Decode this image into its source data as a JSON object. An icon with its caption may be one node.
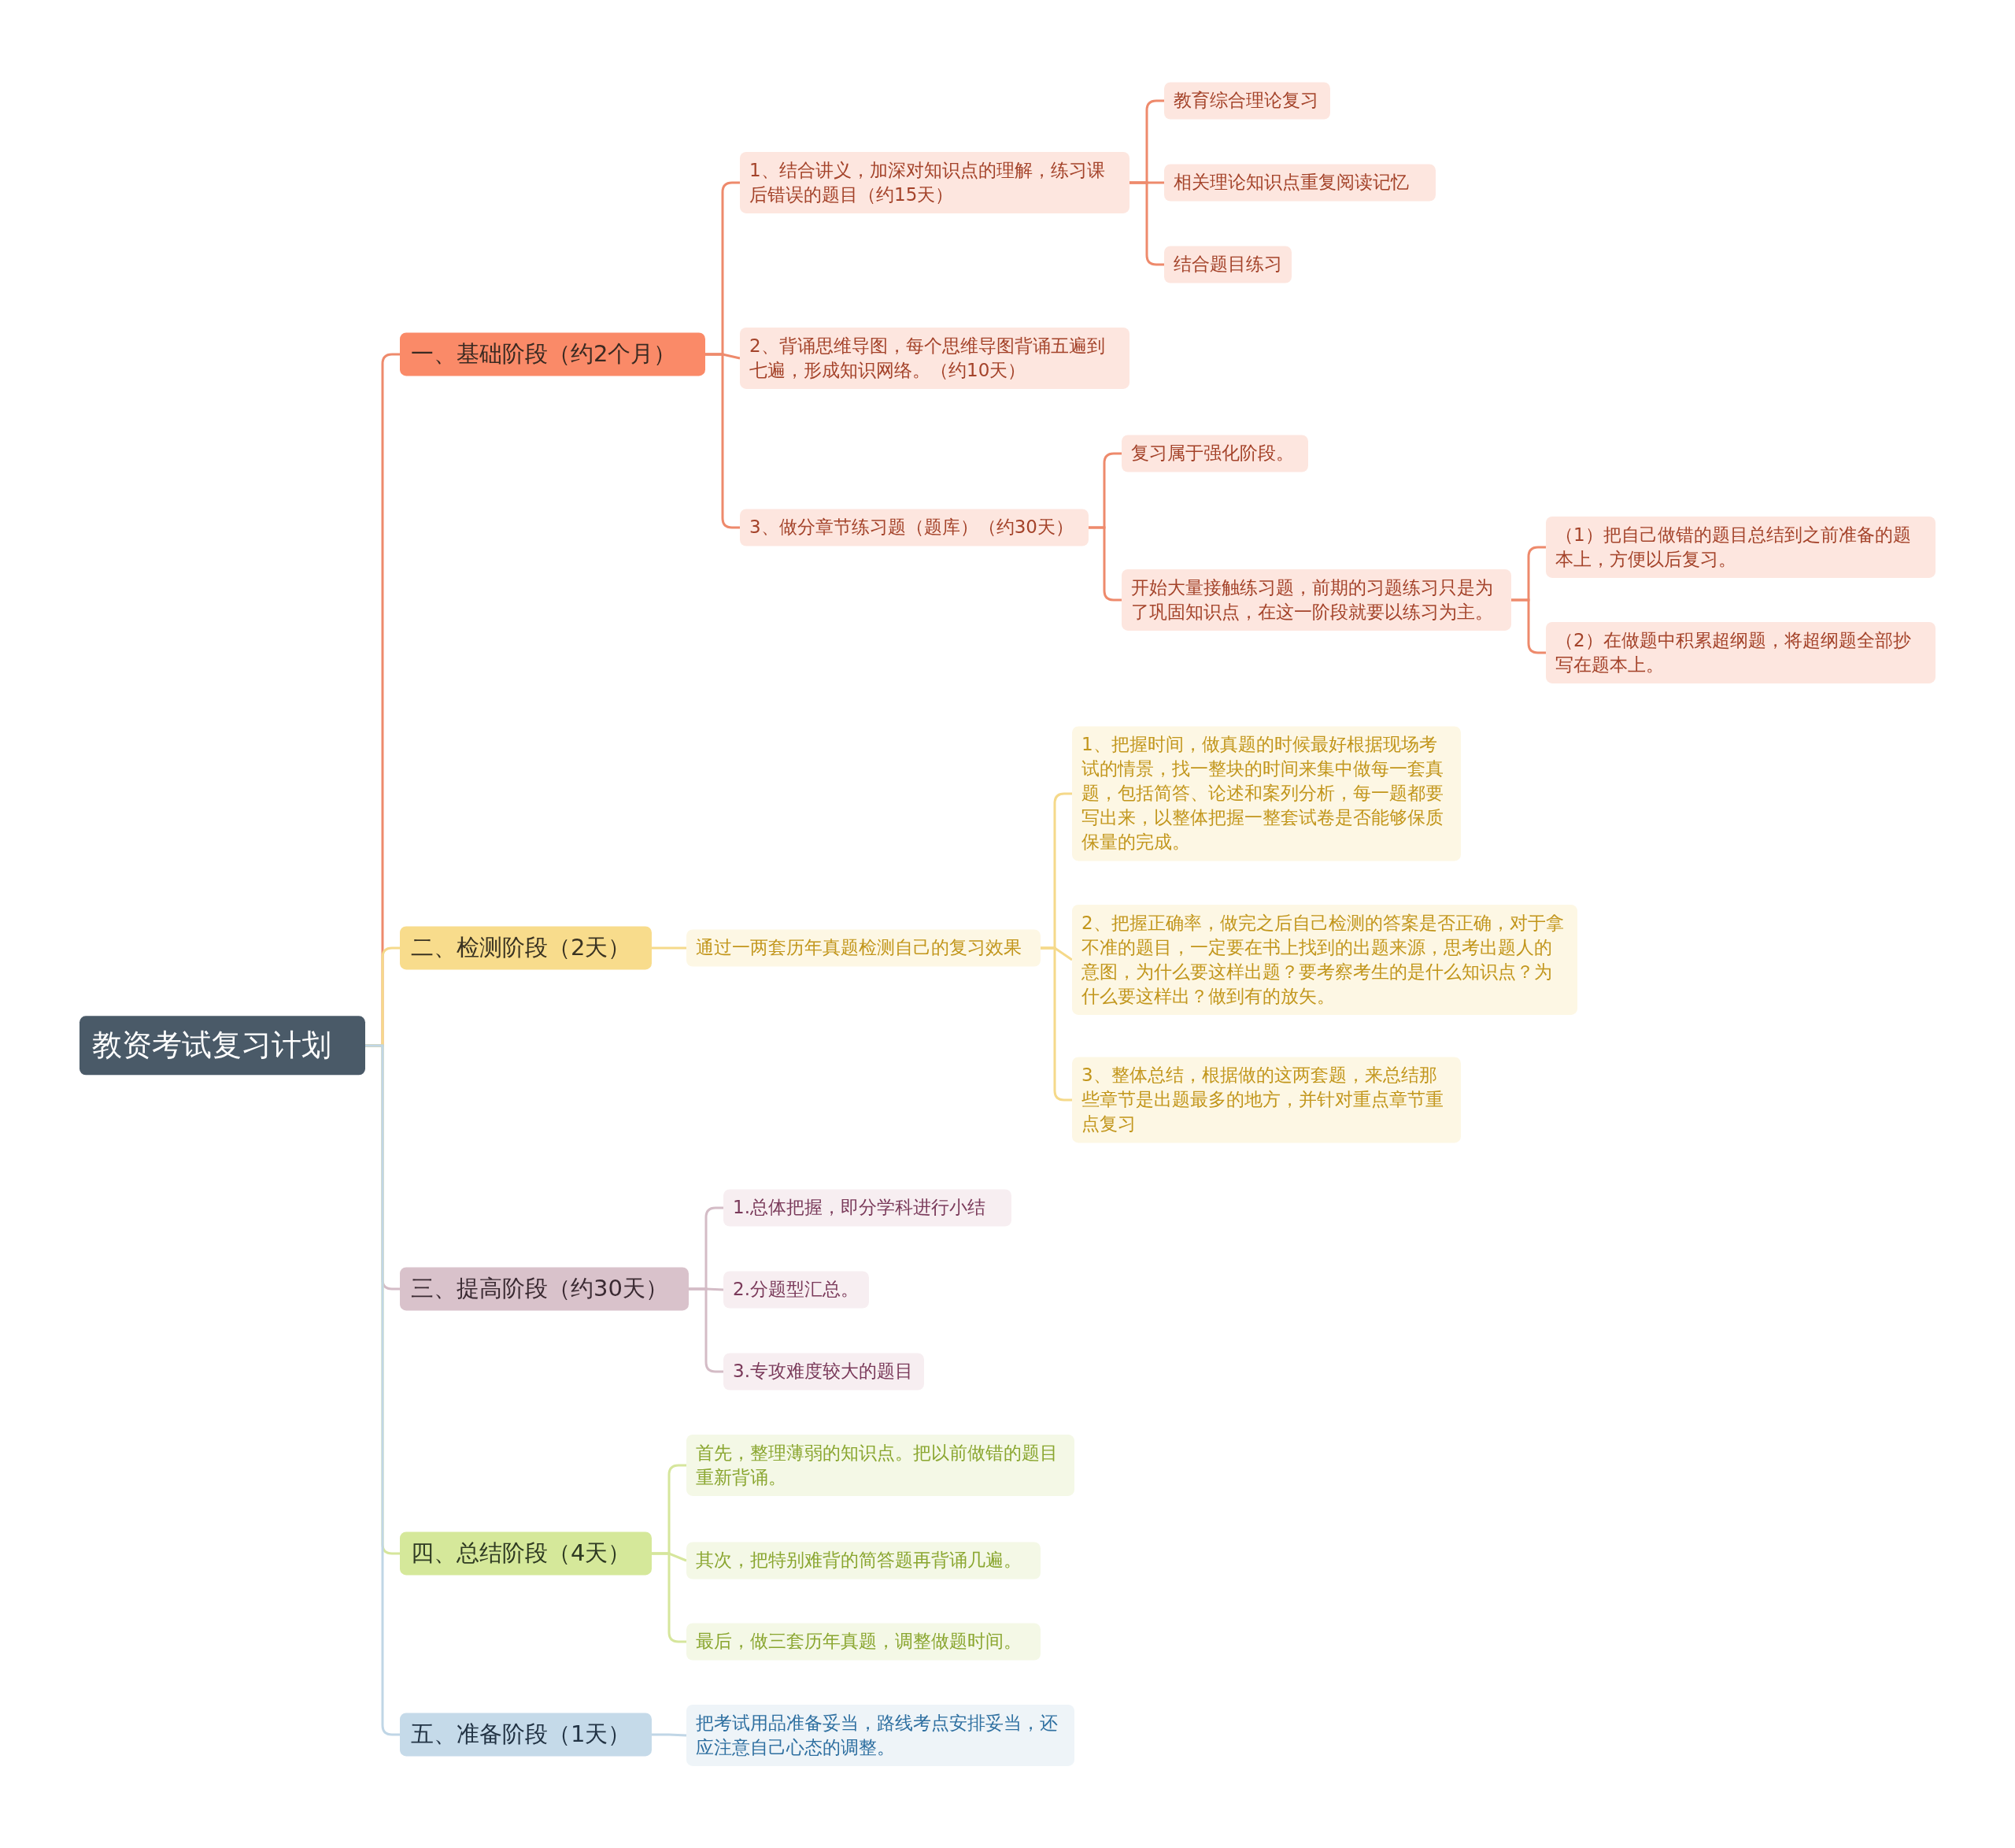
{
  "diagram": {
    "nodes": [
      {
        "text": [
          "教资考试复习计划"
        ]
      },
      {
        "text": [
          "一、基础阶段（约2个月）"
        ]
      },
      {
        "text": [
          "1、结合讲义，加深对知识点的理解，练习课后错误的题目（约15天）"
        ]
      },
      {
        "text": [
          "教育综合理论复习"
        ]
      },
      {
        "text": [
          "相关理论知识点重复阅读记忆"
        ]
      },
      {
        "text": [
          "结合题目练习"
        ]
      },
      {
        "text": [
          "2、背诵思维导图，每个思维导图背诵五遍到七遍，形成知识网络。（约10天）"
        ]
      },
      {
        "text": [
          "3、做分章节练习题（题库）（约30天）"
        ]
      },
      {
        "text": [
          "复习属于强化阶段。"
        ]
      },
      {
        "text": [
          "开始大量接触练习题，前期的习题练习只是为了巩固知识点，在这一阶段就要以练习为主。"
        ]
      },
      {
        "text": [
          "（1）把自己做错的题目总结到之前准备的题本上，方便以后复习。"
        ]
      },
      {
        "text": [
          "（2）在做题中积累超纲题，将超纲题全部抄写在题本上。"
        ]
      },
      {
        "text": [
          "二、检测阶段（2天）"
        ]
      },
      {
        "text": [
          "通过一两套历年真题检测自己的复习效果"
        ]
      },
      {
        "text": [
          "1、把握时间，做真题的时候最好根据现场考试的情景，找一整块的时间来集中做每一套真题，包括简答、论述和案列分析，每一题都要写出来，以整体把握一整套试卷是否能够保质保量的完成。"
        ]
      },
      {
        "text": [
          "2、把握正确率，做完之后自己检测的答案是否正确，对于拿不准的题目，一定要在书上找到的出题来源，思考出题人的意图，为什么要这样出题？要考察考生的是什么知识点？为什么要这样出？做到有的放矢。"
        ]
      },
      {
        "text": [
          "3、整体总结，根据做的这两套题，来总结那些章节是出题最多的地方，并针对重点章节重点复习"
        ]
      },
      {
        "text": [
          "三、提高阶段（约30天）"
        ]
      },
      {
        "text": [
          "1.总体把握，即分学科进行小结"
        ]
      },
      {
        "text": [
          "2.分题型汇总。"
        ]
      },
      {
        "text": [
          "3.专攻难度较大的题目"
        ]
      },
      {
        "text": [
          "四、总结阶段（4天）"
        ]
      },
      {
        "text": [
          "首先，整理薄弱的知识点。把以前做错的题目重新背诵。"
        ]
      },
      {
        "text": [
          "其次，把特别难背的简答题再背诵几遍。"
        ]
      },
      {
        "text": [
          "最后，做三套历年真题，调整做题时间。"
        ]
      },
      {
        "text": [
          "五、准备阶段（1天）"
        ]
      },
      {
        "text": [
          "把考试用品准备妥当，路线考点安排妥当，还应注意自己心态的调整。"
        ]
      }
    ],
    "edges": [
      {
        "from": 0,
        "to": 1,
        "arrow": "none",
        "color": "#ee8a6c"
      },
      {
        "from": 0,
        "to": 12,
        "arrow": "none",
        "color": "#f5d98a"
      },
      {
        "from": 0,
        "to": 17,
        "arrow": "none",
        "color": "#d4bcc6"
      },
      {
        "from": 0,
        "to": 21,
        "arrow": "none",
        "color": "#d6e69c"
      },
      {
        "from": 0,
        "to": 25,
        "arrow": "none",
        "color": "#c0d6e6"
      },
      {
        "from": 1,
        "to": 2,
        "arrow": "none",
        "color": "#ee8a6c"
      },
      {
        "from": 1,
        "to": 6,
        "arrow": "none",
        "color": "#ee8a6c"
      },
      {
        "from": 1,
        "to": 7,
        "arrow": "none",
        "color": "#ee8a6c"
      },
      {
        "from": 2,
        "to": 3,
        "arrow": "none",
        "color": "#ee8a6c"
      },
      {
        "from": 2,
        "to": 4,
        "arrow": "none",
        "color": "#ee8a6c"
      },
      {
        "from": 2,
        "to": 5,
        "arrow": "none",
        "color": "#ee8a6c"
      },
      {
        "from": 7,
        "to": 8,
        "arrow": "none",
        "color": "#ee8a6c"
      },
      {
        "from": 7,
        "to": 9,
        "arrow": "none",
        "color": "#ee8a6c"
      },
      {
        "from": 9,
        "to": 10,
        "arrow": "none",
        "color": "#ee8a6c"
      },
      {
        "from": 9,
        "to": 11,
        "arrow": "none",
        "color": "#ee8a6c"
      },
      {
        "from": 12,
        "to": 13,
        "arrow": "none",
        "color": "#f5d98a"
      },
      {
        "from": 13,
        "to": 14,
        "arrow": "none",
        "color": "#f5d98a"
      },
      {
        "from": 13,
        "to": 15,
        "arrow": "none",
        "color": "#f5d98a"
      },
      {
        "from": 13,
        "to": 16,
        "arrow": "none",
        "color": "#f5d98a"
      },
      {
        "from": 17,
        "to": 18,
        "arrow": "none",
        "color": "#d4bcc6"
      },
      {
        "from": 17,
        "to": 19,
        "arrow": "none",
        "color": "#d4bcc6"
      },
      {
        "from": 17,
        "to": 20,
        "arrow": "none",
        "color": "#d4bcc6"
      },
      {
        "from": 21,
        "to": 22,
        "arrow": "none",
        "color": "#d6e69c"
      },
      {
        "from": 21,
        "to": 23,
        "arrow": "none",
        "color": "#d6e69c"
      },
      {
        "from": 21,
        "to": 24,
        "arrow": "none",
        "color": "#d6e69c"
      },
      {
        "from": 25,
        "to": 26,
        "arrow": "none",
        "color": "#c0d6e6"
      }
    ]
  }
}
